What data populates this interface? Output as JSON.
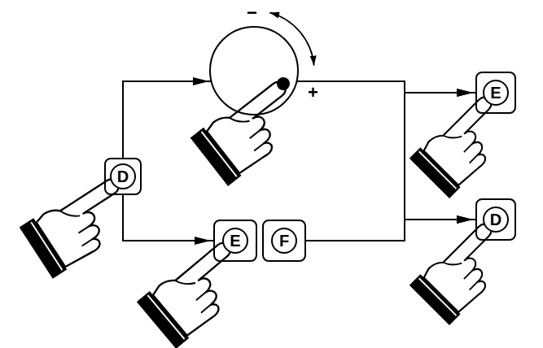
{
  "diagram": {
    "nodes": [
      {
        "text": [
          "D"
        ]
      },
      {
        "text": [
          "−",
          "+"
        ]
      },
      {
        "text": [
          "E"
        ]
      },
      {
        "text": [
          "F"
        ]
      },
      {
        "text": [
          "E"
        ]
      },
      {
        "text": [
          "D"
        ]
      }
    ],
    "edges": [
      {
        "from": 0,
        "to": 1,
        "arrow": "to"
      },
      {
        "from": 0,
        "to": 2,
        "arrow": "to"
      },
      {
        "from": 1,
        "to": 4,
        "arrow": "to"
      },
      {
        "from": 1,
        "to": 5,
        "arrow": "to"
      },
      {
        "from": 3,
        "to": 4,
        "arrow": "to"
      },
      {
        "from": 3,
        "to": 5,
        "arrow": "to"
      }
    ]
  }
}
